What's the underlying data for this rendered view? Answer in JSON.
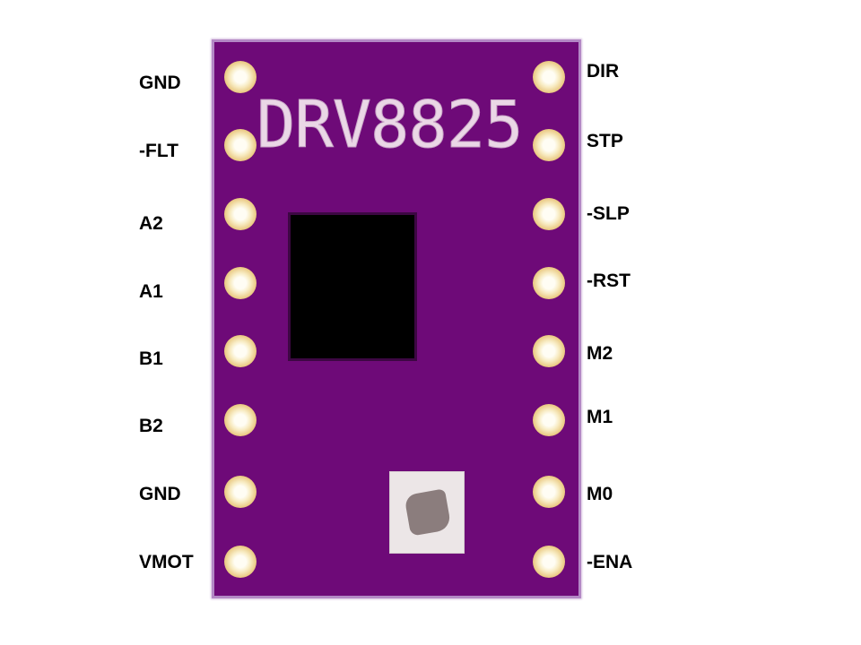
{
  "board": {
    "title": "DRV8825",
    "color": "#6e0a78",
    "pad_color": "#e8c47a"
  },
  "pins": {
    "left": [
      "GND",
      "-FLT",
      "A2",
      "A1",
      "B1",
      "B2",
      "GND",
      "VMOT"
    ],
    "right": [
      "DIR",
      "STP",
      "-SLP",
      "-RST",
      "M2",
      "M1",
      "M0",
      "-ENA"
    ]
  }
}
